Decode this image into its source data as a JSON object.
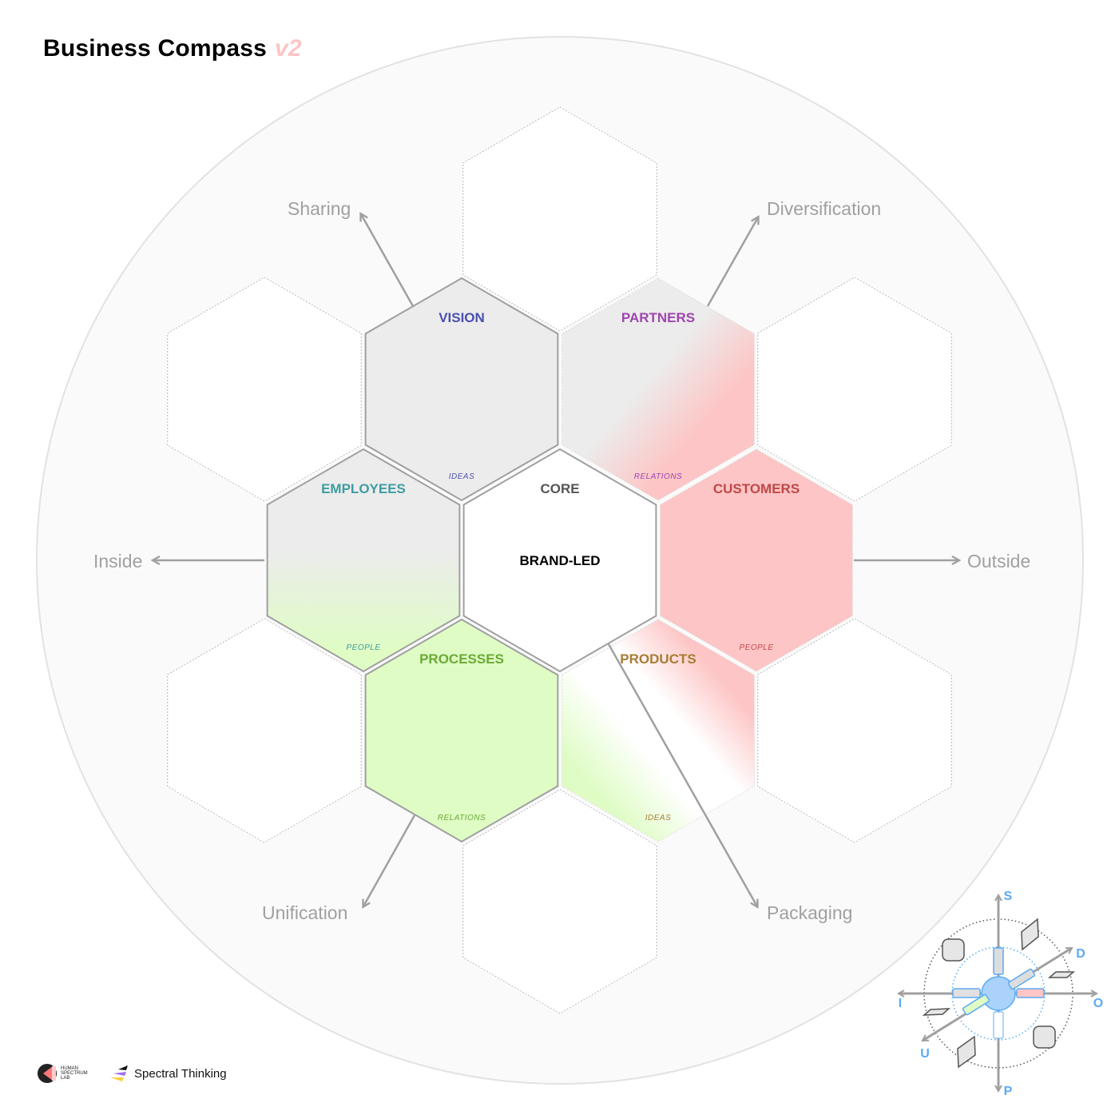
{
  "title": {
    "text": "Business Compass",
    "version": "v2"
  },
  "colors": {
    "circle_fill": "#fafafa",
    "circle_stroke": "#e2e2e2",
    "gray_fill": "#ececec",
    "pink_fill": "#fdc5c5",
    "green_fill": "#dffcc5",
    "arrow": "#a0a0a0",
    "compass_blue": "#5aabf5"
  },
  "core": {
    "title": "CORE",
    "value": "BRAND-LED"
  },
  "hexes": [
    {
      "id": "vision",
      "label": "VISION",
      "sub": "IDEAS",
      "color": "#4a50b0"
    },
    {
      "id": "partners",
      "label": "PARTNERS",
      "sub": "RELATIONS",
      "color": "#a044b0"
    },
    {
      "id": "employees",
      "label": "EMPLOYEES",
      "sub": "PEOPLE",
      "color": "#3f9ca3"
    },
    {
      "id": "customers",
      "label": "CUSTOMERS",
      "sub": "PEOPLE",
      "color": "#c04848"
    },
    {
      "id": "processes",
      "label": "PROCESSES",
      "sub": "RELATIONS",
      "color": "#6aaa34"
    },
    {
      "id": "products",
      "label": "PRODUCTS",
      "sub": "IDEAS",
      "color": "#a77d34"
    }
  ],
  "directions": {
    "sharing": "Sharing",
    "diversification": "Diversification",
    "inside": "Inside",
    "outside": "Outside",
    "unification": "Unification",
    "packaging": "Packaging"
  },
  "mini_compass": {
    "s": "S",
    "d": "D",
    "o": "O",
    "p": "P",
    "u": "U",
    "i": "I"
  },
  "logos": {
    "human_spectrum_lab": "HUMAN SPECTRUM LAB",
    "spectral_thinking": "Spectral Thinking"
  }
}
